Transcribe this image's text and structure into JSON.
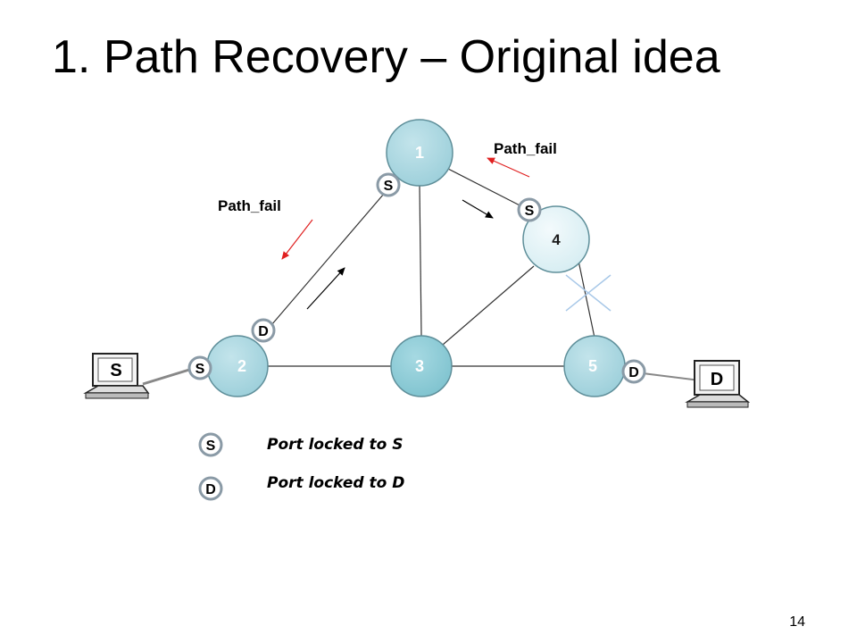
{
  "slide": {
    "title": "1. Path Recovery – Original idea",
    "page_number": "14"
  },
  "nodes": {
    "n1": {
      "label": "1"
    },
    "n2": {
      "label": "2"
    },
    "n3": {
      "label": "3"
    },
    "n4": {
      "label": "4"
    },
    "n5": {
      "label": "5"
    }
  },
  "hosts": {
    "source": {
      "label": "S"
    },
    "destination": {
      "label": "D"
    }
  },
  "ports": {
    "node1_toward_node2": {
      "letter": "S"
    },
    "node4_toward_node1": {
      "letter": "S"
    },
    "node2_toward_node1": {
      "letter": "D"
    },
    "node2_toward_source": {
      "letter": "S"
    },
    "node5_toward_destination": {
      "letter": "D"
    }
  },
  "messages": {
    "left": {
      "label": "Path_fail"
    },
    "right": {
      "label": "Path_fail"
    }
  },
  "legend": {
    "s": {
      "letter": "S",
      "text": "Port locked to S"
    },
    "d": {
      "letter": "D",
      "text": "Port locked to D"
    }
  },
  "colors": {
    "node_fill": "#a9d6e0",
    "node_fill_center": "#8ccbd6",
    "node_fill_light": "#e4f3f6",
    "node_stroke": "#5f8f9a",
    "port_fill": "#ffffff",
    "port_stroke": "#8a9aa6",
    "link": "#333333",
    "failure_mark": "#a8c8e8",
    "path_fail_arrow": "#e02020",
    "path_arrow": "#000000"
  }
}
